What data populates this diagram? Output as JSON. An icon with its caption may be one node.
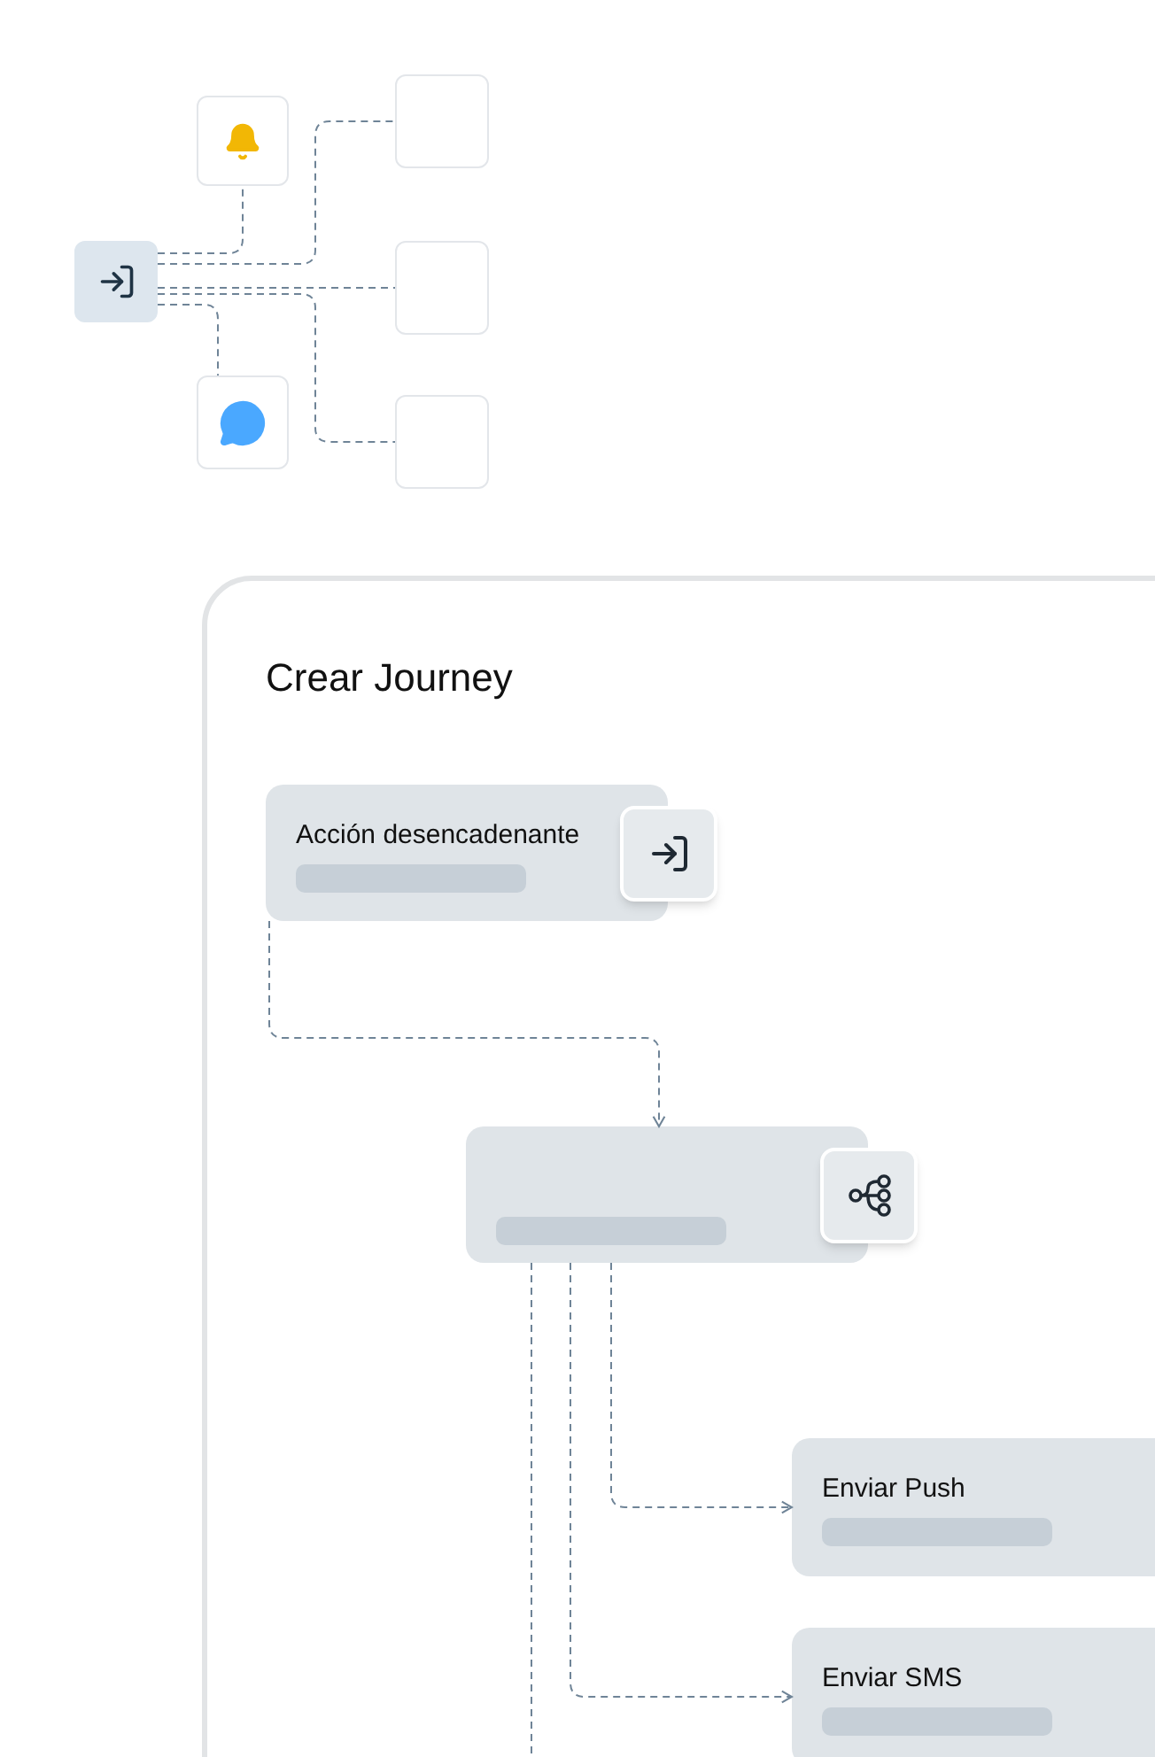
{
  "diagram": {
    "nodes": [
      {
        "text": [],
        "shape": "box"
      },
      {
        "text": [],
        "shape": "box"
      },
      {
        "text": [],
        "shape": "box"
      },
      {
        "text": [],
        "shape": "box"
      },
      {
        "text": [],
        "shape": "box"
      },
      {
        "text": [],
        "shape": "box"
      },
      {
        "text": [
          "Crear Journey"
        ]
      },
      {
        "text": [
          "Acción desencadenante"
        ],
        "in": 6
      },
      {
        "text": [],
        "shape": "box",
        "in": 6
      },
      {
        "text": [
          "Enviar Push"
        ],
        "in": 6
      },
      {
        "text": [
          "Enviar SMS"
        ],
        "in": 6
      }
    ],
    "edges": [
      {
        "from": 0,
        "to": 1,
        "arrow": "none",
        "style": "dashed"
      },
      {
        "from": 0,
        "to": 2,
        "arrow": "none",
        "style": "dashed"
      },
      {
        "from": 0,
        "to": 3,
        "arrow": "none",
        "style": "dashed"
      },
      {
        "from": 0,
        "to": 4,
        "arrow": "none",
        "style": "dashed"
      },
      {
        "from": 0,
        "to": 5,
        "arrow": "none",
        "style": "dashed"
      },
      {
        "from": 7,
        "to": 8,
        "arrow": "to",
        "style": "dashed"
      },
      {
        "from": 8,
        "to": 9,
        "arrow": "to",
        "style": "dashed"
      },
      {
        "from": 8,
        "to": 10,
        "arrow": "to",
        "style": "dashed"
      },
      {
        "from": 8,
        "to": null,
        "arrow": "none",
        "style": "dashed"
      }
    ]
  }
}
